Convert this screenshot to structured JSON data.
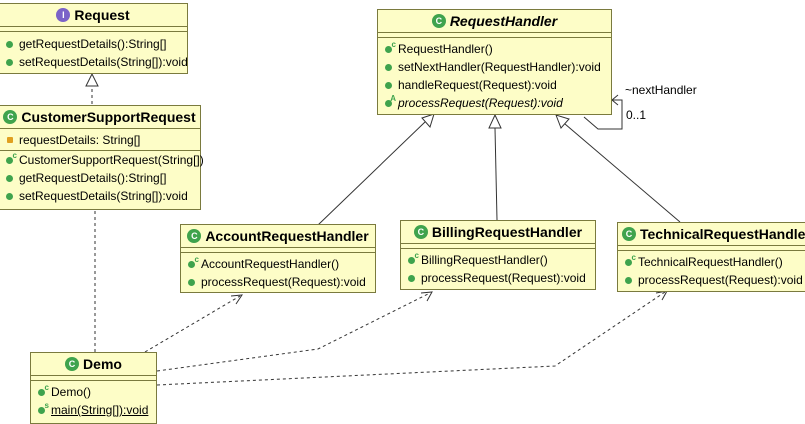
{
  "classes": {
    "request": {
      "name": "Request",
      "badge": "I",
      "methods": [
        "getRequestDetails():String[]",
        "setRequestDetails(String[]):void"
      ]
    },
    "customer_support_request": {
      "name": "CustomerSupportRequest",
      "badge": "C",
      "fields": [
        "requestDetails: String[]"
      ],
      "methods": [
        "CustomerSupportRequest(String[])",
        "getRequestDetails():String[]",
        "setRequestDetails(String[]):void"
      ]
    },
    "request_handler": {
      "name": "RequestHandler",
      "badge": "C",
      "methods": [
        "RequestHandler()",
        "setNextHandler(RequestHandler):void",
        "handleRequest(Request):void",
        "processRequest(Request):void"
      ]
    },
    "account_request_handler": {
      "name": "AccountRequestHandler",
      "badge": "C",
      "methods": [
        "AccountRequestHandler()",
        "processRequest(Request):void"
      ]
    },
    "billing_request_handler": {
      "name": "BillingRequestHandler",
      "badge": "C",
      "methods": [
        "BillingRequestHandler()",
        "processRequest(Request):void"
      ]
    },
    "technical_request_handler": {
      "name": "TechnicalRequestHandler",
      "badge": "C",
      "methods": [
        "TechnicalRequestHandler()",
        "processRequest(Request):void"
      ]
    },
    "demo": {
      "name": "Demo",
      "badge": "C",
      "methods": [
        "Demo()",
        "main(String[]):void"
      ]
    }
  },
  "association": {
    "role": "~nextHandler",
    "multiplicity": "0..1"
  },
  "colors": {
    "box_fill": "#fdfdc7",
    "box_border": "#7a7a3e",
    "method_public": "#3fa34d",
    "field_private": "#e0a020"
  }
}
